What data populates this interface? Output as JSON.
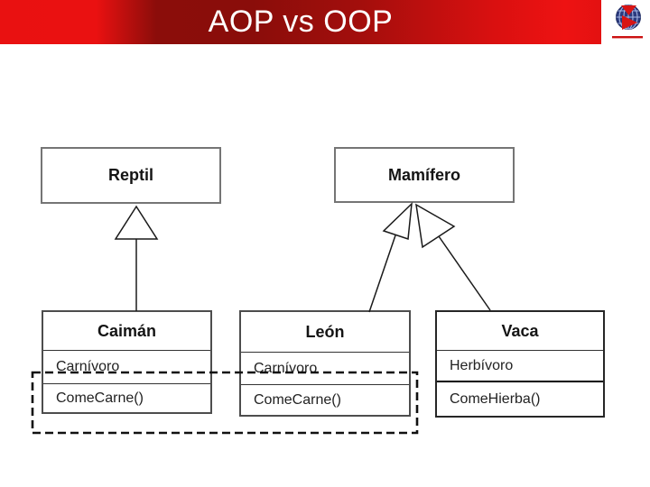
{
  "header": {
    "title": "AOP vs OOP",
    "colors": {
      "bar_bright": "#ea1111",
      "bar_dark": "#8b0d0a",
      "title_text": "#ffffff"
    },
    "logo": {
      "icon": "globe-logo",
      "globe_color": "#2b3a7e",
      "grid_color": "#a6b6e4",
      "accent_color": "#d81414"
    }
  },
  "diagram": {
    "classes": [
      {
        "name": "Reptil",
        "attributes": [],
        "methods": []
      },
      {
        "name": "Mamífero",
        "attributes": [],
        "methods": []
      },
      {
        "name": "Caimán",
        "attributes": [
          "Carnívoro"
        ],
        "methods": [
          "ComeCarne()"
        ]
      },
      {
        "name": "León",
        "attributes": [
          "Carnívoro"
        ],
        "methods": [
          "ComeCarne()"
        ]
      },
      {
        "name": "Vaca",
        "attributes": [
          "Herbívoro"
        ],
        "methods": [
          "ComeHierba()"
        ]
      }
    ],
    "relations": [
      {
        "type": "generalization",
        "from": "Caimán",
        "to": "Reptil"
      },
      {
        "type": "generalization",
        "from": "León",
        "to": "Mamífero"
      },
      {
        "type": "generalization",
        "from": "Vaca",
        "to": "Mamífero"
      }
    ],
    "crosscutting_highlight": {
      "shape": "dashed-rectangle",
      "encloses": [
        "Caimán: Carnívoro, ComeCarne()",
        "León: Carnívoro, ComeCarne()"
      ]
    }
  }
}
